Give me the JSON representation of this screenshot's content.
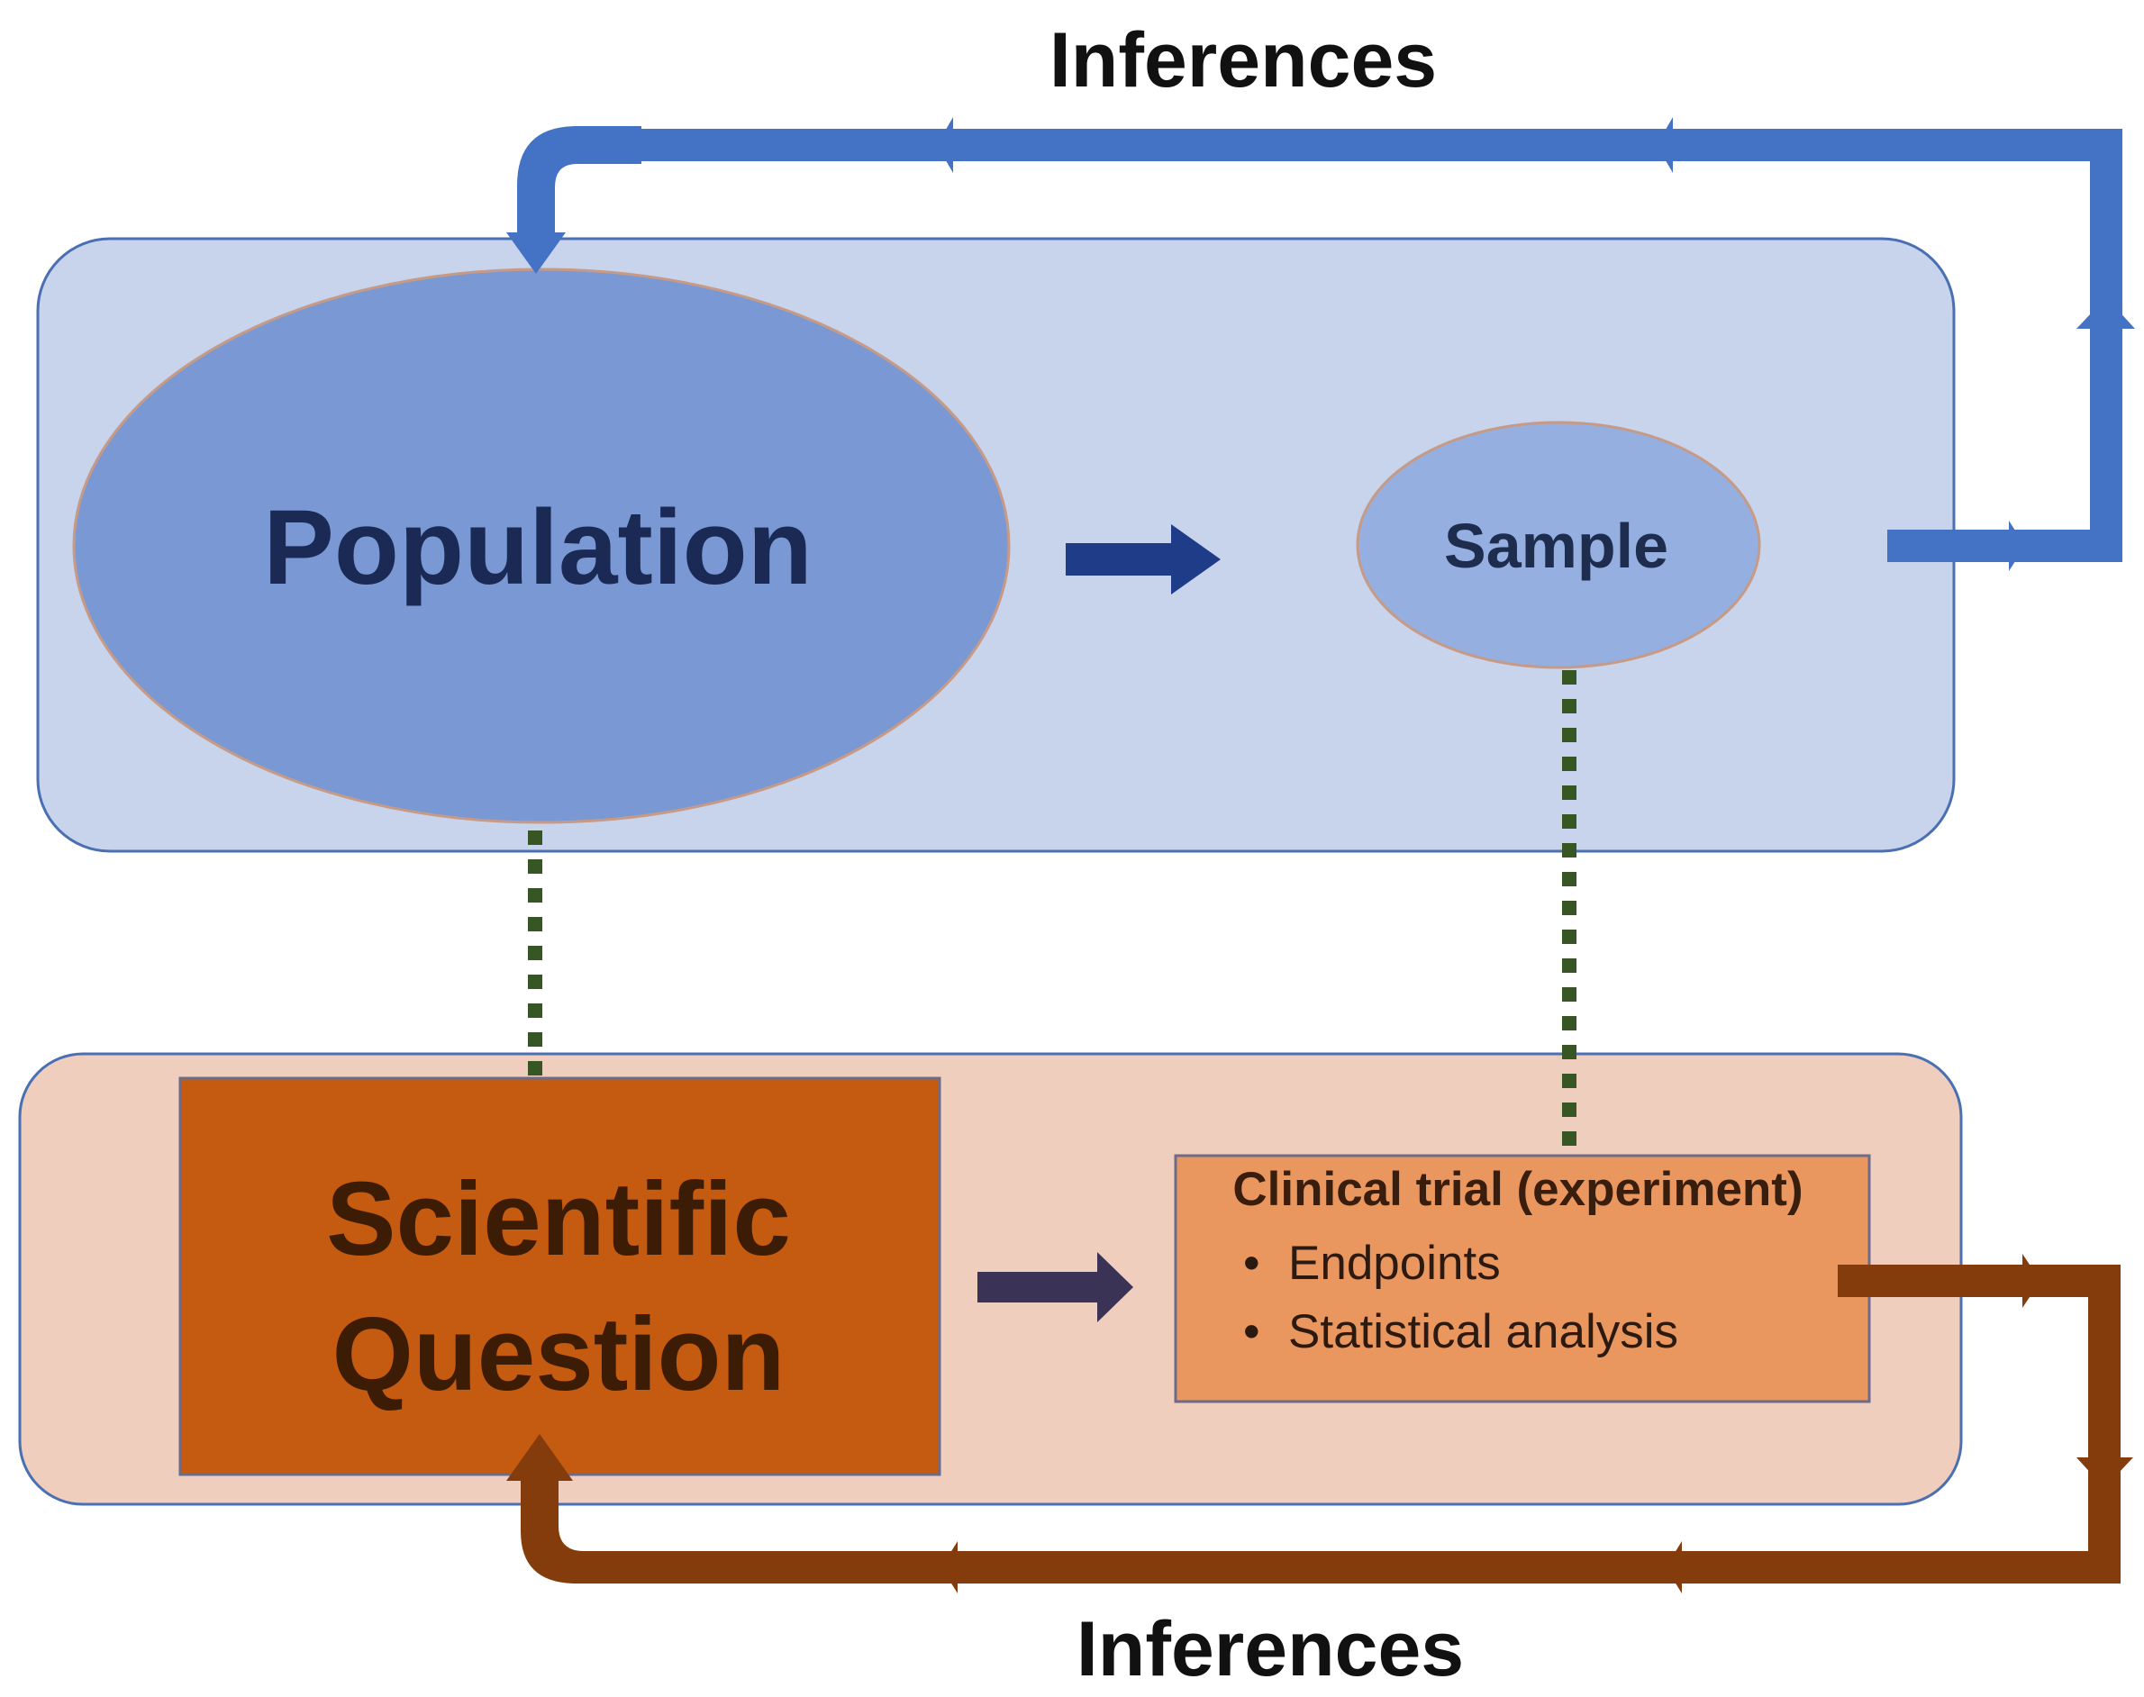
{
  "top_label": "Inferences",
  "bottom_label": "Inferences",
  "population": "Population",
  "sample": "Sample",
  "scientific_question": [
    "Scientific",
    "Question"
  ],
  "clinical_trial": {
    "title": "Clinical trial (experiment)",
    "items": [
      "Endpoints",
      "Statistical analysis"
    ]
  },
  "colors": {
    "blue_panel": "#c7d4ec",
    "population": "#7a99d4",
    "sample": "#94afe0",
    "blue_arrow": "#4472c4",
    "dark_blue_arrow": "#1f3c88",
    "orange_panel": "#efcebd",
    "scientific_box": "#c55a11",
    "trial_box": "#e9965f",
    "brown_arrow": "#843c0c",
    "dark_arrow": "#3b3355",
    "dotted_line": "#375623"
  }
}
